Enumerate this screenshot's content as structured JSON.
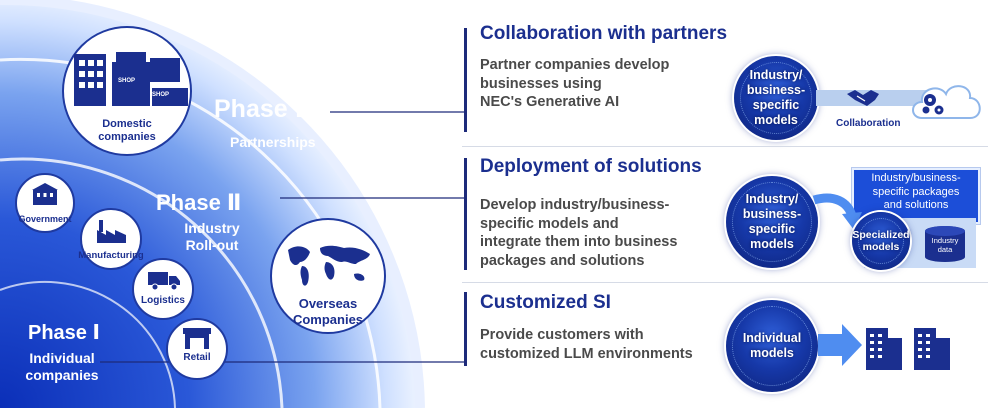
{
  "left": {
    "phase3": {
      "numeral": "Phase Ⅲ",
      "name": "Partnerships"
    },
    "phase2": {
      "numeral": "Phase Ⅱ",
      "name": "Industry\nRoll-out"
    },
    "phase1": {
      "numeral": "Phase Ⅰ",
      "name": "Individual\ncompanies"
    },
    "domestic": {
      "label": "Domestic\ncompanies",
      "shop1": "SHOP",
      "shop2": "SHOP"
    },
    "government": {
      "label": "Government"
    },
    "manufacturing": {
      "label": "Manufacturing"
    },
    "logistics": {
      "label": "Logistics"
    },
    "retail": {
      "label": "Retail"
    },
    "overseas": {
      "label": "Overseas\nCompanies"
    }
  },
  "sections": [
    {
      "title": "Collaboration with partners",
      "body": "Partner companies develop\nbusinesses using\nNEC's Generative AI",
      "globe_label": "Industry/\nbusiness-\nspecific\nmodels",
      "extra_label": "Collaboration"
    },
    {
      "title": "Deployment of solutions",
      "body": "Develop industry/business-\nspecific models and\nintegrate them into business\npackages and solutions",
      "globe_label": "Industry/\nbusiness-\nspecific\nmodels",
      "box_label": "Industry/business-\nspecific packages\nand solutions",
      "specialized_label": "Specialized\nmodels",
      "data_label": "Industry\ndata"
    },
    {
      "title": "Customized SI",
      "body": "Provide customers with\ncustomized LLM environments",
      "globe_label": "Individual\nmodels"
    }
  ],
  "colors": {
    "navy": "#1b2f8f",
    "ring_light": "#cfe0ff",
    "ring_dark": "#1a3fc0",
    "arrow": "#4f8df0"
  }
}
